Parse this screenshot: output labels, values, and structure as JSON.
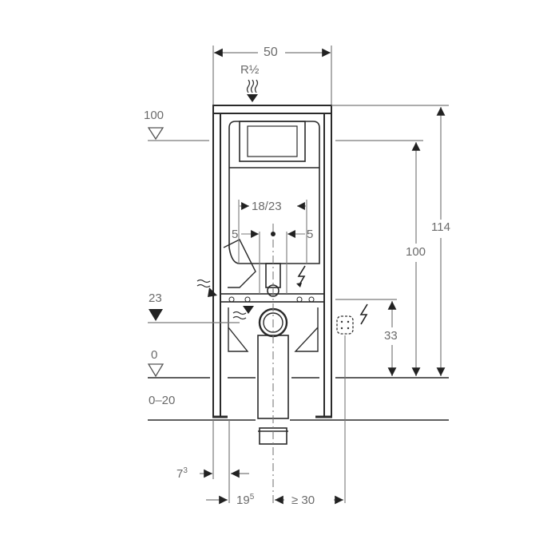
{
  "diagram": {
    "type": "technical-drawing",
    "subject": "wall-hung WC installation frame (front view)",
    "colors": {
      "line": "#2a2a2a",
      "dim_line": "#7a7a7a",
      "text": "#6b6b6b",
      "background": "#ffffff"
    },
    "dimensions": {
      "width_top": "50",
      "water_connection": "R½",
      "level_100_left": "100",
      "level_23_left": "23",
      "level_0_left": "0",
      "floor_build_up": "0–20",
      "height_total": "114",
      "height_flush_plate": "100",
      "height_power": "33",
      "spacing_fixings": "18/23",
      "offset_left": "5",
      "offset_right": "5",
      "foot_left": "7",
      "foot_left_sup": "3",
      "foot_right": "19",
      "foot_right_sup": "5",
      "min_power_offset": "≥ 30"
    },
    "icons": [
      "water-supply-icon",
      "electricity-icon",
      "waste-water-icon",
      "level-marker-icon",
      "power-socket-icon"
    ]
  }
}
